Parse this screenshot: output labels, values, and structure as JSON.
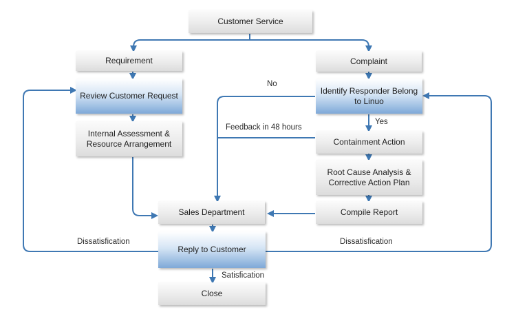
{
  "colors": {
    "connector": "#3f78b3",
    "box_gray": "#e6e6e6",
    "box_blue": "#8fb5df"
  },
  "nodes": {
    "customer_service": "Customer Service",
    "requirement": "Requirement",
    "complaint": "Complaint",
    "review_request": "Review Customer Request",
    "identify_responder": "Identify Responder Belong to Linuo",
    "internal_assessment": "Internal Assessment & Resource Arrangement",
    "containment_action": "Containment Action",
    "root_cause": "Root Cause Analysis & Corrective Action Plan",
    "compile_report": "Compile Report",
    "sales_department": "Sales Department",
    "reply_to_customer": "Reply to Customer",
    "close": "Close"
  },
  "labels": {
    "no": "No",
    "yes": "Yes",
    "feedback": "Feedback in 48 hours",
    "dissatisfaction_left": "Dissatisfication",
    "dissatisfaction_right": "Dissatisfication",
    "satisfaction": "Satisfication"
  }
}
